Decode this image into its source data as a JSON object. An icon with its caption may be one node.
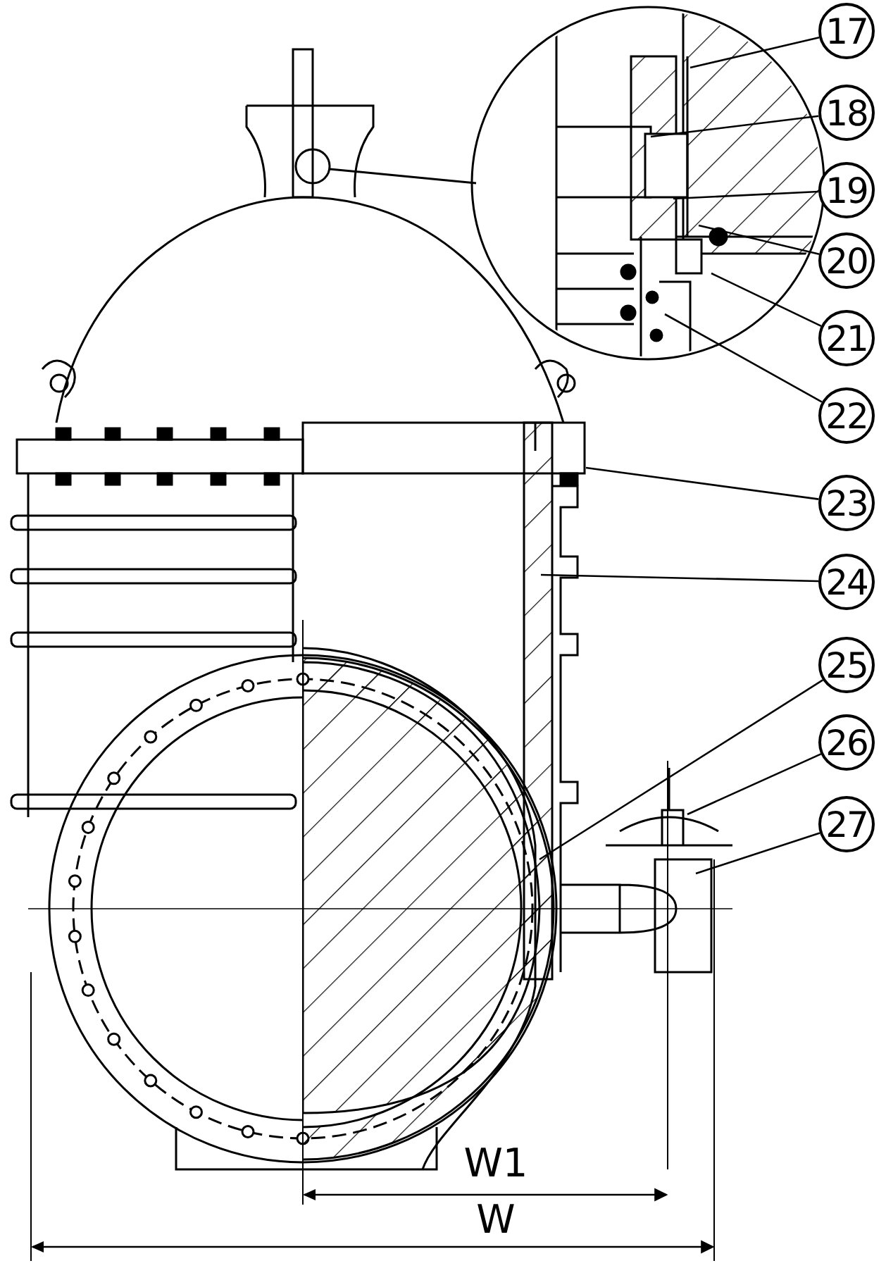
{
  "diagram": {
    "nodes": [
      {
        "text": [
          "17"
        ]
      },
      {
        "text": [
          "18"
        ]
      },
      {
        "text": [
          "19"
        ]
      },
      {
        "text": [
          "20"
        ]
      },
      {
        "text": [
          "21"
        ]
      },
      {
        "text": [
          "22"
        ]
      },
      {
        "text": [
          "23"
        ]
      },
      {
        "text": [
          "24"
        ]
      },
      {
        "text": [
          "25"
        ]
      },
      {
        "text": [
          "26"
        ]
      },
      {
        "text": [
          "27"
        ]
      }
    ],
    "edges": [
      {
        "from": 0,
        "to": null,
        "arrow": "none"
      },
      {
        "from": 1,
        "to": null,
        "arrow": "none"
      },
      {
        "from": 2,
        "to": null,
        "arrow": "none"
      },
      {
        "from": 3,
        "to": null,
        "arrow": "none"
      },
      {
        "from": 4,
        "to": null,
        "arrow": "none"
      },
      {
        "from": 5,
        "to": null,
        "arrow": "none"
      },
      {
        "from": 6,
        "to": null,
        "arrow": "none"
      },
      {
        "from": 7,
        "to": null,
        "arrow": "none"
      },
      {
        "from": 8,
        "to": null,
        "arrow": "none"
      },
      {
        "from": 9,
        "to": null,
        "arrow": "none"
      },
      {
        "from": 10,
        "to": null,
        "arrow": "none"
      }
    ],
    "labels": [
      "W1",
      "W"
    ]
  }
}
